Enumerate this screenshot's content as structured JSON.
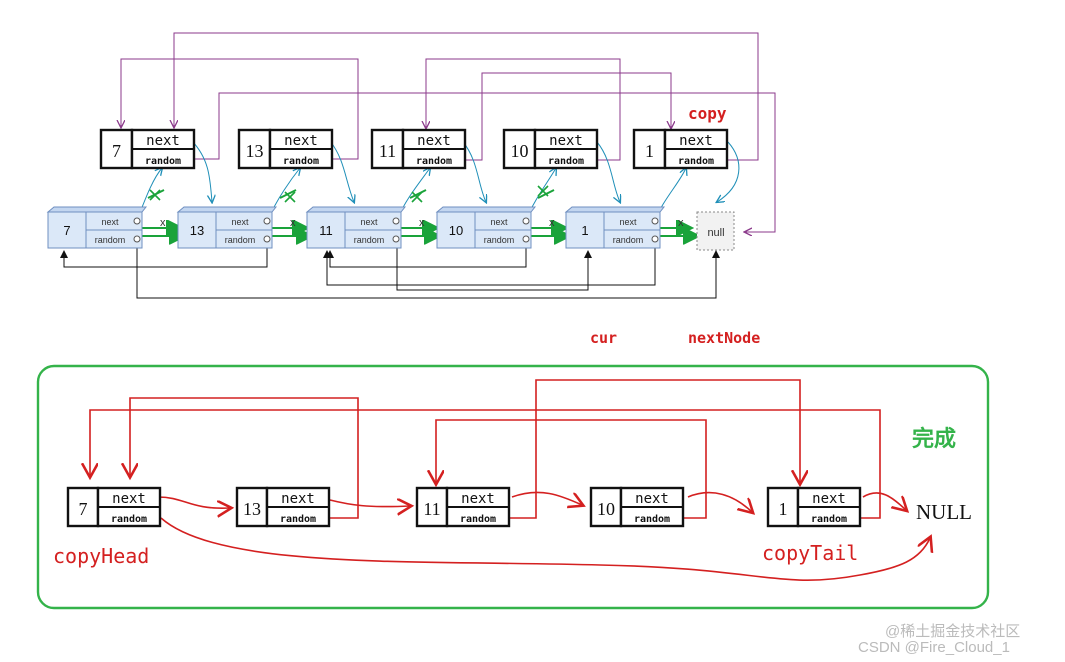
{
  "colors": {
    "purple": "#8b3a8b",
    "teal": "#1f8fb8",
    "green": "#1aa33a",
    "red": "#d42020",
    "black": "#111111",
    "frame_green": "#34b34a",
    "node_blue_fill": "#dbe8f8",
    "node_blue_stroke": "#6f8fc0"
  },
  "top": {
    "copy_label": "copy",
    "copies": [
      {
        "val": "7",
        "next": "next",
        "random": "random"
      },
      {
        "val": "13",
        "next": "next",
        "random": "random"
      },
      {
        "val": "11",
        "next": "next",
        "random": "random"
      },
      {
        "val": "10",
        "next": "next",
        "random": "random"
      },
      {
        "val": "1",
        "next": "next",
        "random": "random"
      }
    ],
    "originals": [
      {
        "val": "7",
        "next": "next",
        "random": "random"
      },
      {
        "val": "13",
        "next": "next",
        "random": "random"
      },
      {
        "val": "11",
        "next": "next",
        "random": "random"
      },
      {
        "val": "10",
        "next": "next",
        "random": "random"
      },
      {
        "val": "1",
        "next": "next",
        "random": "random"
      }
    ],
    "null_label": "null",
    "cross_mark": "x"
  },
  "pointers": {
    "cur": "cur",
    "next_node": "nextNode"
  },
  "bottom": {
    "done_label": "完成",
    "nodes": [
      {
        "val": "7",
        "next": "next",
        "random": "random"
      },
      {
        "val": "13",
        "next": "next",
        "random": "random"
      },
      {
        "val": "11",
        "next": "next",
        "random": "random"
      },
      {
        "val": "10",
        "next": "next",
        "random": "random"
      },
      {
        "val": "1",
        "next": "next",
        "random": "random"
      }
    ],
    "null_label": "NULL",
    "copy_head_label": "copyHead",
    "copy_tail_label": "copyTail"
  },
  "watermark": {
    "line1": "@稀土掘金技术社区",
    "line2": "CSDN @Fire_Cloud_1"
  }
}
